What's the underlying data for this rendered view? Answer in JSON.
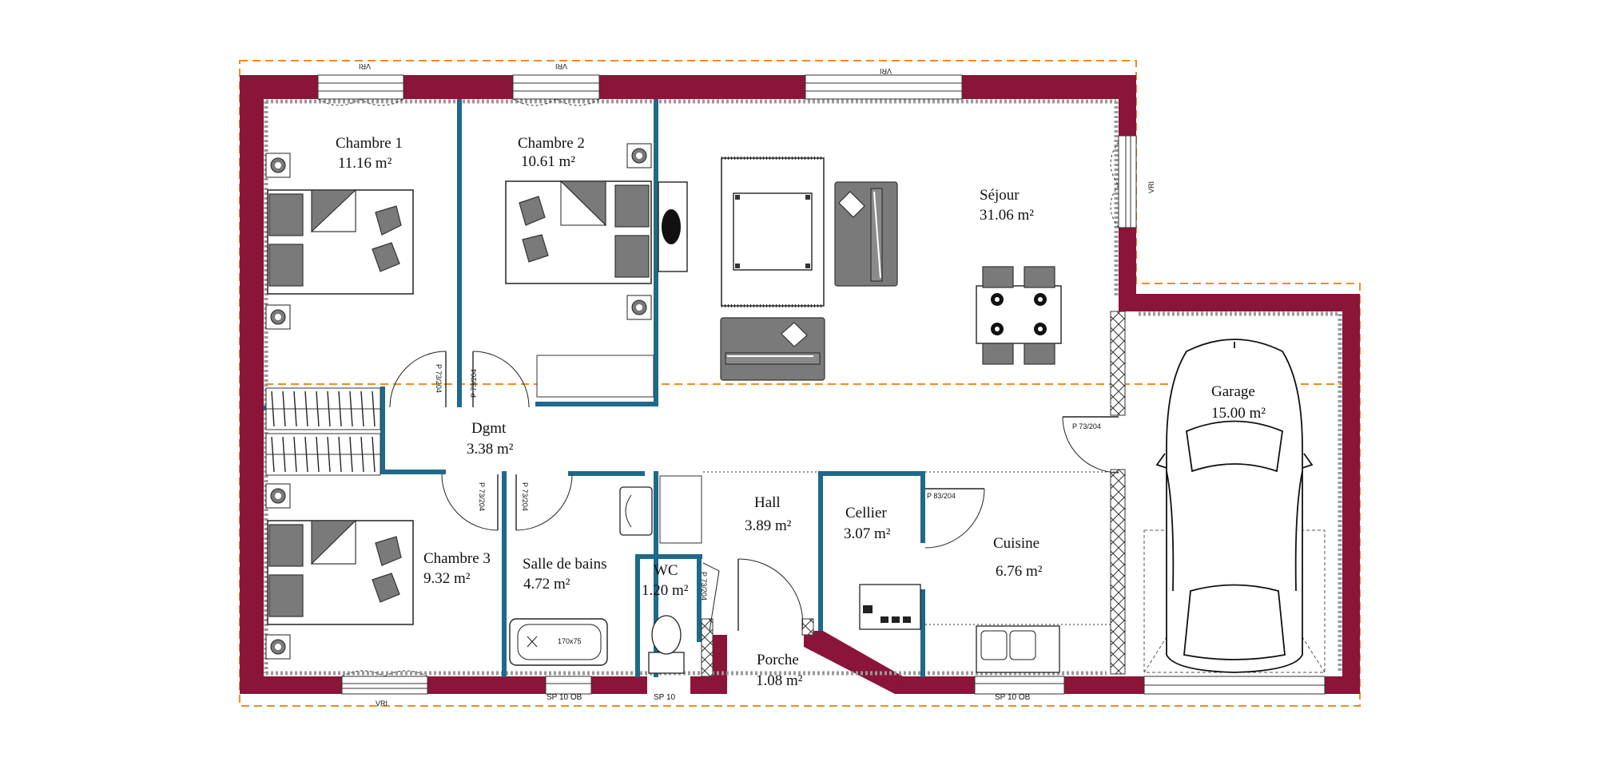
{
  "rooms": {
    "chambre1": {
      "name": "Chambre 1",
      "area": "11.16 m²"
    },
    "chambre2": {
      "name": "Chambre 2",
      "area": "10.61 m²"
    },
    "sejour": {
      "name": "Séjour",
      "area": "31.06 m²"
    },
    "garage": {
      "name": "Garage",
      "area": "15.00 m²"
    },
    "dgmt": {
      "name": "Dgmt",
      "area": "3.38 m²"
    },
    "chambre3": {
      "name": "Chambre 3",
      "area": "9.32 m²"
    },
    "salle_de_bains": {
      "name": "Salle de bains",
      "area": "4.72 m²"
    },
    "wc": {
      "name": "WC",
      "area": "1.20 m²"
    },
    "hall": {
      "name": "Hall",
      "area": "3.89 m²"
    },
    "cellier": {
      "name": "Cellier",
      "area": "3.07 m²"
    },
    "cuisine": {
      "name": "Cuisine",
      "area": "6.76 m²"
    },
    "porche": {
      "name": "Porche",
      "area": "1.08 m²"
    }
  },
  "labels": {
    "vri": "VRI",
    "door_p73": "P 73/204",
    "door_p83": "P 83/204",
    "bathtub": "170x75",
    "sp10ob": "SP 10 OB",
    "sp10": "SP 10"
  },
  "colors": {
    "exterior_wall": "#8a1538",
    "interior_wall": "#1d6a8a",
    "furniture": "#7a7a7a",
    "guide_line": "#f08a24"
  }
}
